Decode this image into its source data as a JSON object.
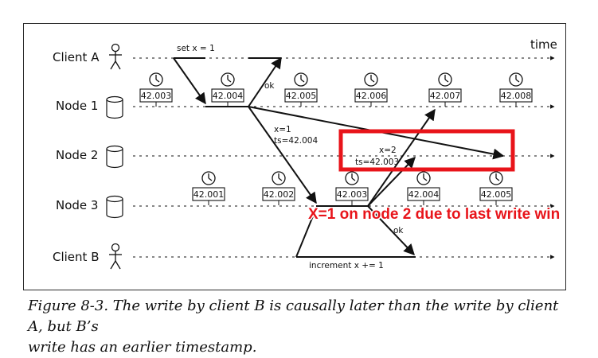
{
  "diagram": {
    "time_label": "time",
    "lanes": [
      {
        "id": "client-a",
        "label": "Client A",
        "kind": "person"
      },
      {
        "id": "node-1",
        "label": "Node 1",
        "kind": "database"
      },
      {
        "id": "node-2",
        "label": "Node 2",
        "kind": "database"
      },
      {
        "id": "node-3",
        "label": "Node 3",
        "kind": "database"
      },
      {
        "id": "client-b",
        "label": "Client B",
        "kind": "person"
      }
    ],
    "node1_clocks": [
      "42.003",
      "42.004",
      "42.005",
      "42.006",
      "42.007",
      "42.008"
    ],
    "node3_clocks": [
      "42.001",
      "42.002",
      "42.003",
      "42.004",
      "42.005"
    ],
    "labels": {
      "set_x": "set x = 1",
      "ok_a": "ok",
      "write1_line1": "x=1",
      "write1_line2": "ts=42.004",
      "write2_line1": "x=2",
      "write2_line2": "ts=42.003",
      "ok_b": "ok",
      "increment": "increment x += 1"
    },
    "annotation": "X=1 on node 2 due to last write win",
    "highlight_color": "#e8141a"
  },
  "caption": {
    "line1": "Figure 8-3. The write by client B is causally later than the write by client A, but B’s",
    "line2": "write has an earlier timestamp."
  }
}
